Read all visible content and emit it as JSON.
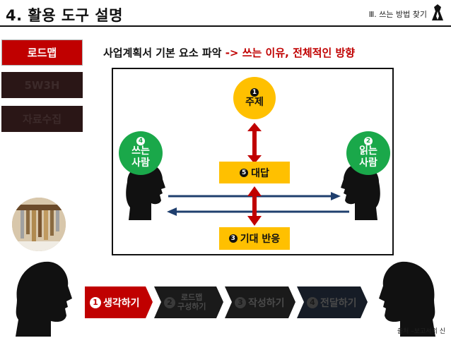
{
  "header": {
    "title": "4. 활용 도구 설명",
    "section": "Ⅲ. 쓰는 방법 찾기"
  },
  "sidebar": {
    "items": [
      {
        "label": "로드맵",
        "state": "active"
      },
      {
        "label": "5W3H",
        "state": "inactive"
      },
      {
        "label": "자료수집",
        "state": "inactive"
      }
    ]
  },
  "headline": {
    "prefix": "사업계획서 기본 요소 파악",
    "arrow": "->",
    "emphasis": "쓰는 이유, 전체적인 방향"
  },
  "diagram": {
    "topic": {
      "num": "1",
      "label": "주제"
    },
    "answer": {
      "num": "5",
      "label": "대답"
    },
    "expected": {
      "num": "3",
      "label": "기대 반응"
    },
    "writer": {
      "num": "4",
      "line1": "쓰는",
      "line2": "사람"
    },
    "reader": {
      "num": "2",
      "line1": "읽는",
      "line2": "사람"
    }
  },
  "steps": [
    {
      "num": "1",
      "label": "생각하기",
      "state": "active"
    },
    {
      "num": "2",
      "line1": "로드맵",
      "line2": "구성하기",
      "state": "inactive"
    },
    {
      "num": "3",
      "label": "작성하기",
      "state": "inactive"
    },
    {
      "num": "4",
      "label": "전달하기",
      "state": "inactive"
    }
  ],
  "footer": {
    "source": "출처 –보고서의 신"
  },
  "colors": {
    "accent": "#c00000",
    "yellow": "#ffc000",
    "green": "#1aa84a",
    "arrow_blue": "#1f3f6e",
    "arrow_red": "#c00000"
  }
}
